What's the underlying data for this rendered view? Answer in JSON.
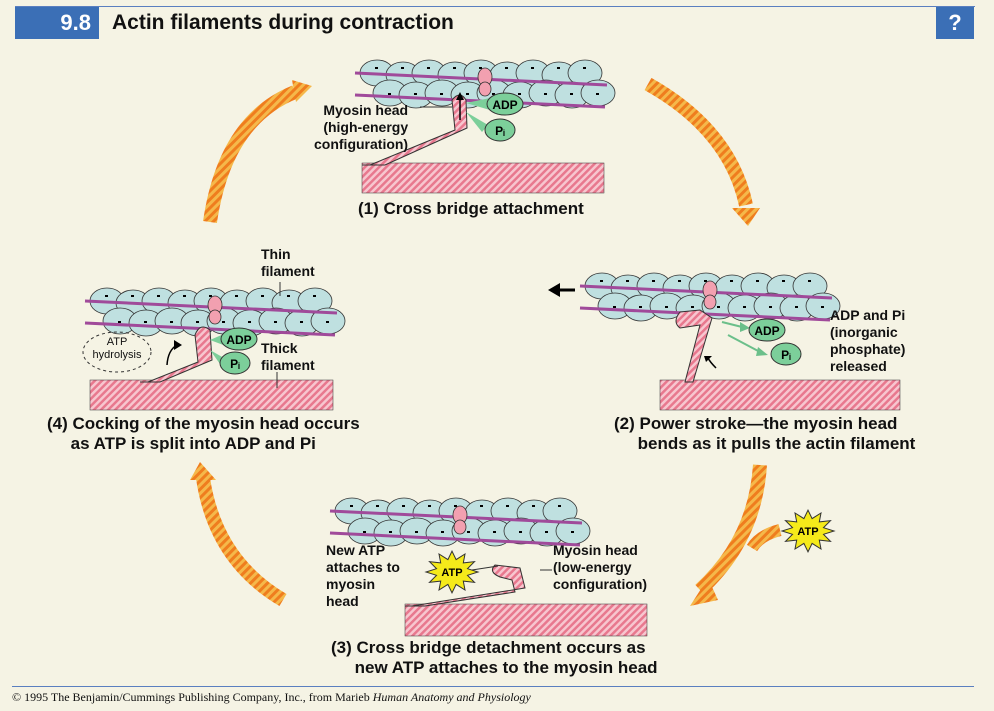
{
  "header": {
    "figure_number": "9.8",
    "title": "Actin filaments during contraction",
    "help_label": "?"
  },
  "colors": {
    "header_blue": "#3b6fb6",
    "actin_blue": "#bfe0e0",
    "tropomyosin": "#a04a9a",
    "myosin_pink": "#f2a0b0",
    "molecule_green": "#7ccf9a",
    "arrow_orange": "#f0922a",
    "atp_yellow": "#f5ea1a",
    "background": "#f5f3e4"
  },
  "steps": [
    {
      "id": 1,
      "caption": "(1) Cross bridge attachment",
      "labels": {
        "myosin_head": "Myosin head\n(high-energy\nconfiguration)"
      },
      "molecules": [
        "ADP",
        "Pi"
      ]
    },
    {
      "id": 2,
      "caption": "(2) Power stroke—the myosin head\n     bends as it pulls the actin filament",
      "labels": {
        "released": "ADP and Pi\n(inorganic\nphosphate)\nreleased"
      },
      "molecules": [
        "ADP",
        "Pi"
      ]
    },
    {
      "id": 3,
      "caption": "(3) Cross bridge detachment occurs as\n     new ATP attaches to the myosin head",
      "labels": {
        "new_atp": "New ATP\nattaches to\nmyosin\nhead",
        "myosin_head": "Myosin head\n(low-energy\nconfiguration)"
      },
      "molecules": [
        "ATP"
      ]
    },
    {
      "id": 4,
      "caption": "(4) Cocking of the myosin head occurs\n     as ATP is split into ADP and Pi",
      "labels": {
        "thin": "Thin\nfilament",
        "thick": "Thick\nfilament",
        "hydrolysis": "ATP\nhydrolysis"
      },
      "molecules": [
        "ADP",
        "Pi"
      ]
    }
  ],
  "cycle_atp_label": "ATP",
  "footer": {
    "copyright": "© 1995  The Benjamin/Cummings Publishing Company, Inc., from Marieb",
    "book": "Human Anatomy and Physiology"
  }
}
